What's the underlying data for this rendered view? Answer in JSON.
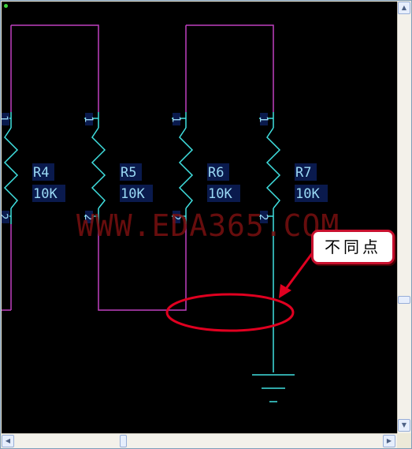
{
  "watermark": "WWW.EDA365.COM",
  "callout": {
    "text": "不同点"
  },
  "resistors": [
    {
      "ref": "R4",
      "value": "10K",
      "pin_top": "1",
      "pin_bottom": "2"
    },
    {
      "ref": "R5",
      "value": "10K",
      "pin_top": "1",
      "pin_bottom": "2"
    },
    {
      "ref": "R6",
      "value": "10K",
      "pin_top": "1",
      "pin_bottom": "2"
    },
    {
      "ref": "R7",
      "value": "10K",
      "pin_top": "1",
      "pin_bottom": "2"
    }
  ],
  "colors": {
    "wire": "#c040c0",
    "component": "#40e0e0",
    "highlight": "#e00020",
    "background": "#000000"
  },
  "scroll": {
    "up_arrow": "▲",
    "down_arrow": "▼",
    "left_arrow": "◀",
    "right_arrow": "▶"
  }
}
